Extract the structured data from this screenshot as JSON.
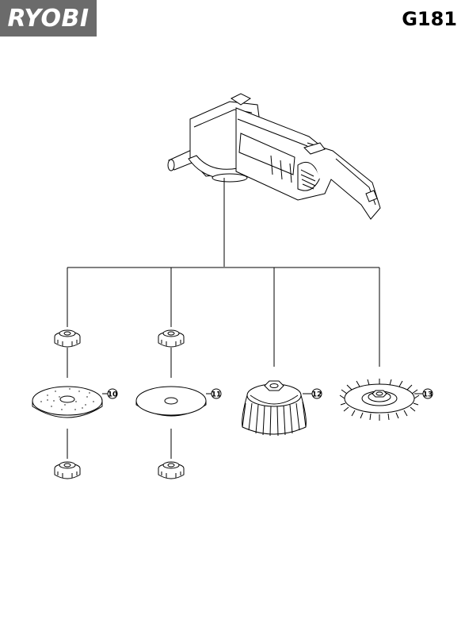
{
  "header": {
    "brand": "RYOBI",
    "model": "G181"
  },
  "callouts": [
    {
      "id": "part-10",
      "label": "10"
    },
    {
      "id": "part-11",
      "label": "11"
    },
    {
      "id": "part-12",
      "label": "12"
    },
    {
      "id": "part-13",
      "label": "13"
    }
  ],
  "icons": [
    "angle-grinder",
    "flange-nut",
    "sanding-disc",
    "backing-pad",
    "cup-brush",
    "wheel-brush"
  ]
}
